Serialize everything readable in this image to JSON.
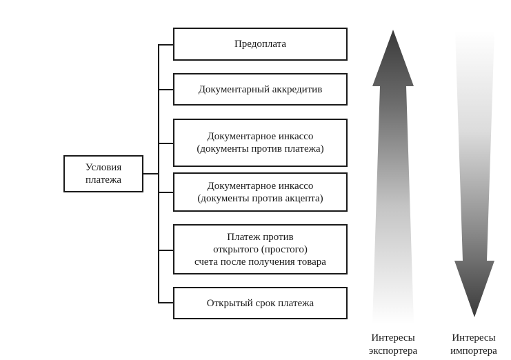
{
  "root": {
    "label": "Условия\nплатежа"
  },
  "terms": [
    {
      "label": "Предоплата"
    },
    {
      "label": "Документарный аккредитив"
    },
    {
      "label": "Документарное инкассо\n(документы против платежа)"
    },
    {
      "label": "Документарное инкассо\n(документы против акцепта)"
    },
    {
      "label": "Платеж против\nоткрытого (простого)\nсчета после получения товара"
    },
    {
      "label": "Открытый срок платежа"
    }
  ],
  "interests": {
    "exporter": {
      "label": "Интересы\nэкспортера"
    },
    "importer": {
      "label": "Интересы\nимпортера"
    }
  },
  "colors": {
    "line": "#1a1a1a",
    "arrow_dark": "#3a3a3a",
    "arrow_light": "#ffffff"
  }
}
